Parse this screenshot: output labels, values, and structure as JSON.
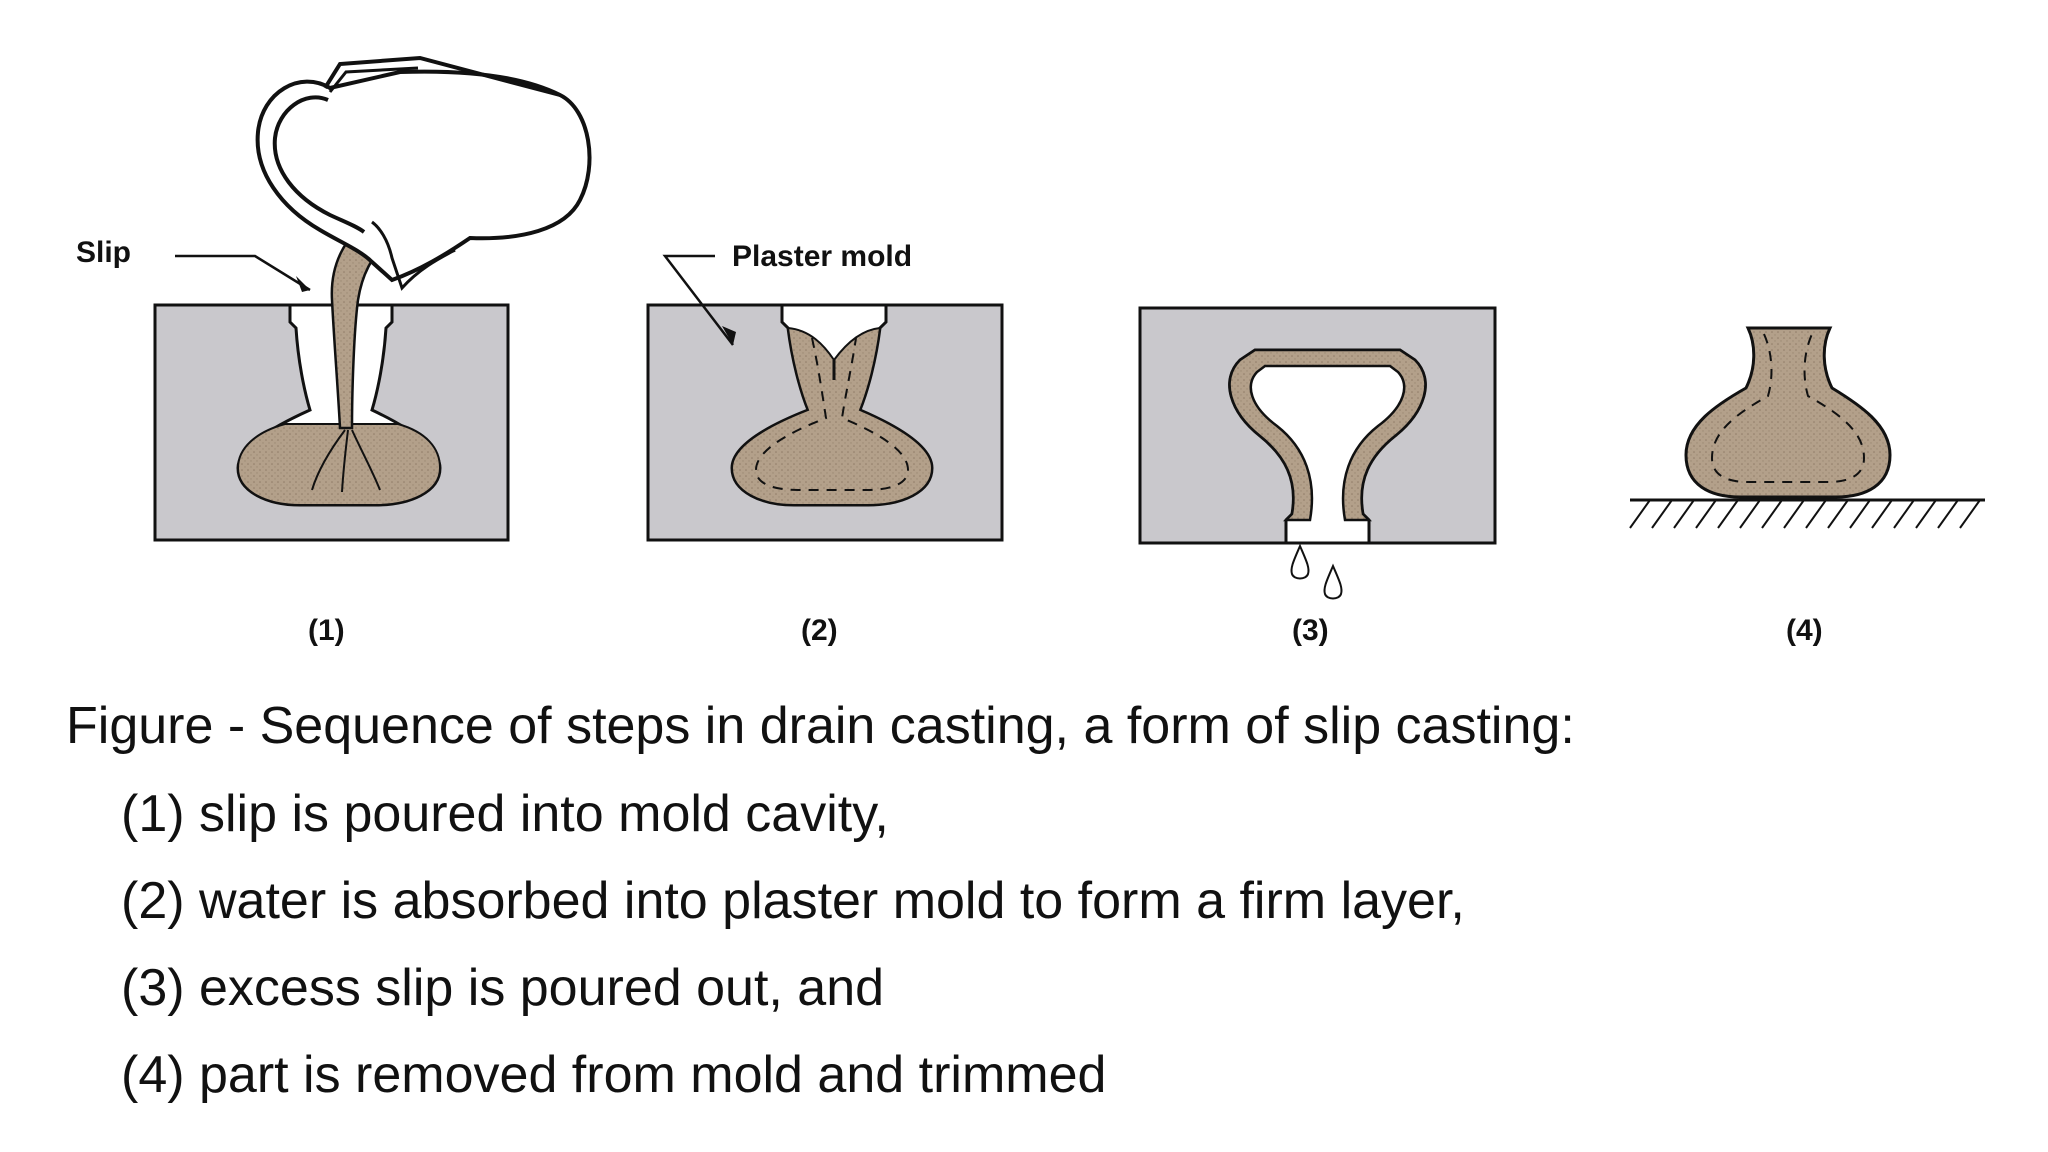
{
  "labels": {
    "slip": "Slip",
    "plaster_mold": "Plaster mold"
  },
  "steps": [
    {
      "num": "(1)"
    },
    {
      "num": "(2)"
    },
    {
      "num": "(3)"
    },
    {
      "num": "(4)"
    }
  ],
  "caption": {
    "title": "Figure  - Sequence of steps in drain casting, a form of slip casting:",
    "lines": [
      "(1) slip is poured into mold cavity,",
      "(2) water is absorbed into plaster mold to form a firm layer,",
      "(3) excess slip is poured out, and",
      "(4) part is removed from mold and trimmed"
    ]
  },
  "colors": {
    "mold": "#c9c8cc",
    "slip": "#b3a08a",
    "outline": "#111111",
    "background": "#ffffff"
  }
}
